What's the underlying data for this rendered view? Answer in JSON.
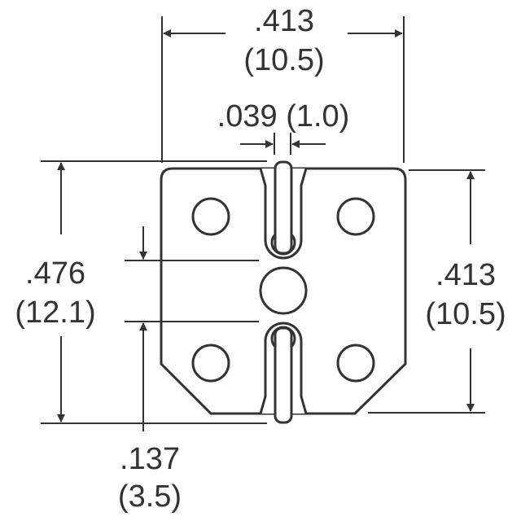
{
  "drawing": {
    "type": "mechanical dimension drawing",
    "line_color": "#333333",
    "background": "#ffffff"
  },
  "dimensions": {
    "top_width": {
      "inches": ".413",
      "mm": "(10.5)"
    },
    "pin_width": {
      "inches": ".039",
      "mm": "(1.0)",
      "label": ".039 (1.0)"
    },
    "left_height": {
      "inches": ".476",
      "mm": "(12.1)"
    },
    "right_height": {
      "inches": ".413",
      "mm": "(10.5)"
    },
    "pin_gap": {
      "inches": ".137",
      "mm": "(3.5)"
    }
  }
}
